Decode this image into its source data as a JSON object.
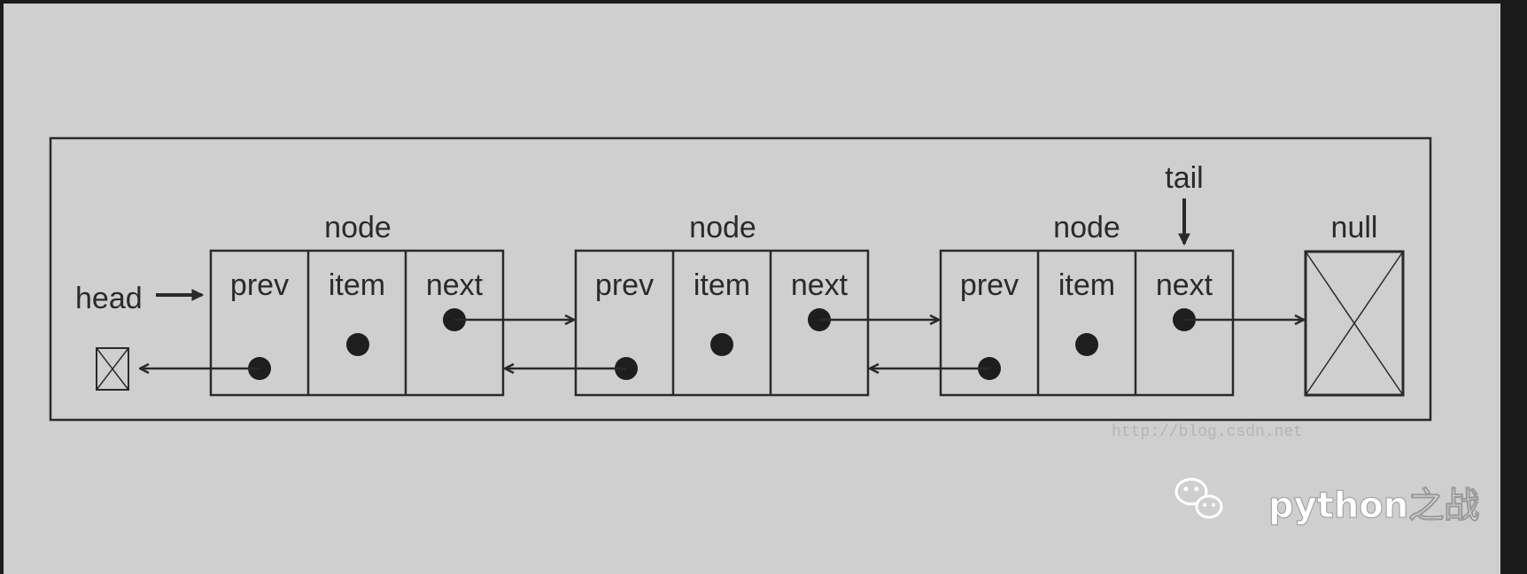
{
  "diagram": {
    "head_label": "head",
    "tail_label": "tail",
    "null_label": "null",
    "nodes": [
      {
        "title": "node",
        "fields": [
          "prev",
          "item",
          "next"
        ]
      },
      {
        "title": "node",
        "fields": [
          "prev",
          "item",
          "next"
        ]
      },
      {
        "title": "node",
        "fields": [
          "prev",
          "item",
          "next"
        ]
      }
    ]
  },
  "watermark": {
    "url": "http://blog.csdn.net",
    "brand": "python之战",
    "brand_icon": "wechat-icon"
  },
  "colors": {
    "panel_bg": "#cfcfcf",
    "outer_bg": "#1b1b1b",
    "stroke": "#2a2a2a"
  }
}
